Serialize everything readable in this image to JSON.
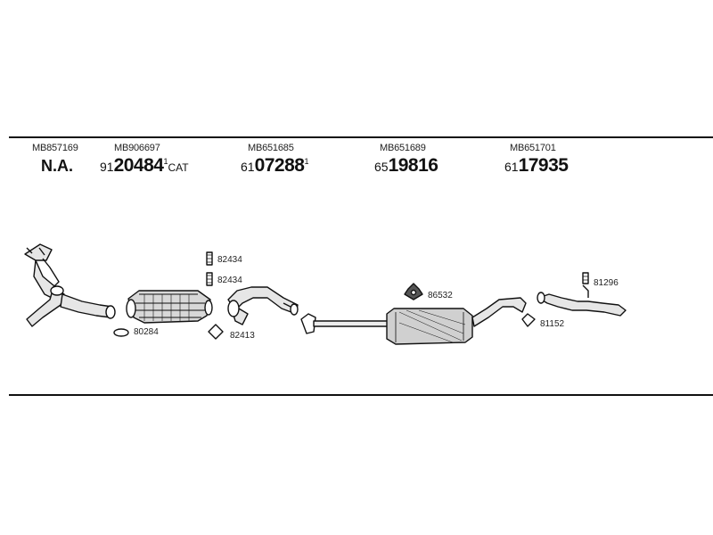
{
  "columns": [
    {
      "oe": "MB857169",
      "value": "N.A."
    },
    {
      "oe": "MB906697",
      "prefix": "91",
      "number": "20484",
      "sup": "1",
      "suffix": "CAT"
    },
    {
      "oe": "MB651685",
      "prefix": "61",
      "number": "07288",
      "sup": "1"
    },
    {
      "oe": "MB651689",
      "prefix": "65",
      "number": "19816"
    },
    {
      "oe": "MB651701",
      "prefix": "61",
      "number": "17935"
    }
  ],
  "part_labels": {
    "p80284": "80284",
    "p82434a": "82434",
    "p82434b": "82434",
    "p82413": "82413",
    "p86532": "86532",
    "p81152": "81152",
    "p81296": "81296"
  }
}
